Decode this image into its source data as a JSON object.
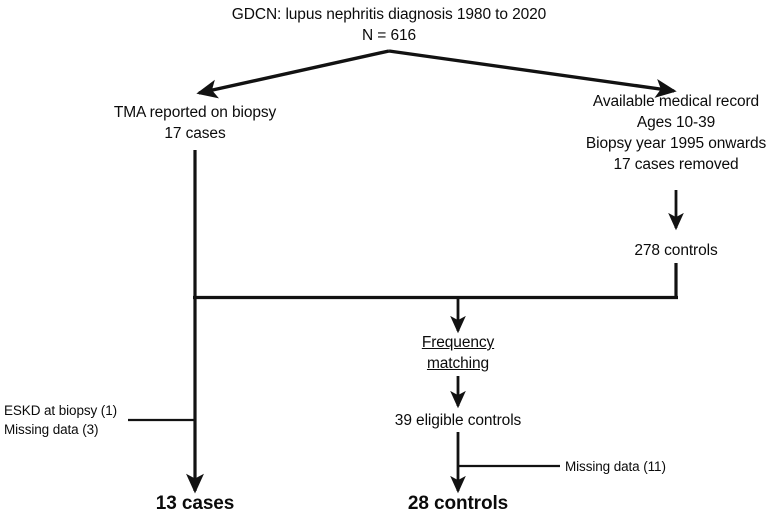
{
  "diagram": {
    "type": "flowchart",
    "title_box": {
      "lines": [
        "GDCN: lupus nephritis diagnosis 1980 to 2020",
        "N = 616"
      ]
    },
    "left_branch": {
      "lines": [
        "TMA reported on biopsy",
        "17 cases"
      ]
    },
    "right_branch": {
      "lines": [
        "Available medical record",
        "Ages 10-39",
        "Biopsy year 1995 onwards",
        "17 cases removed"
      ]
    },
    "controls_pool": {
      "lines": [
        "278 controls"
      ]
    },
    "matching_step": {
      "lines": [
        "Frequency",
        "matching"
      ]
    },
    "eligible_controls": {
      "lines": [
        "39 eligible controls"
      ]
    },
    "exclusions_cases": {
      "lines": [
        "ESKD at biopsy (1)",
        "Missing data (3)"
      ]
    },
    "exclusions_controls": {
      "lines": [
        "Missing data (11)"
      ]
    },
    "final_cases": {
      "lines": [
        "13 cases"
      ]
    },
    "final_controls": {
      "lines": [
        "28 controls"
      ]
    },
    "colors": {
      "background": "#ffffff",
      "text": "#0b0b0b",
      "stroke": "#121212"
    }
  }
}
